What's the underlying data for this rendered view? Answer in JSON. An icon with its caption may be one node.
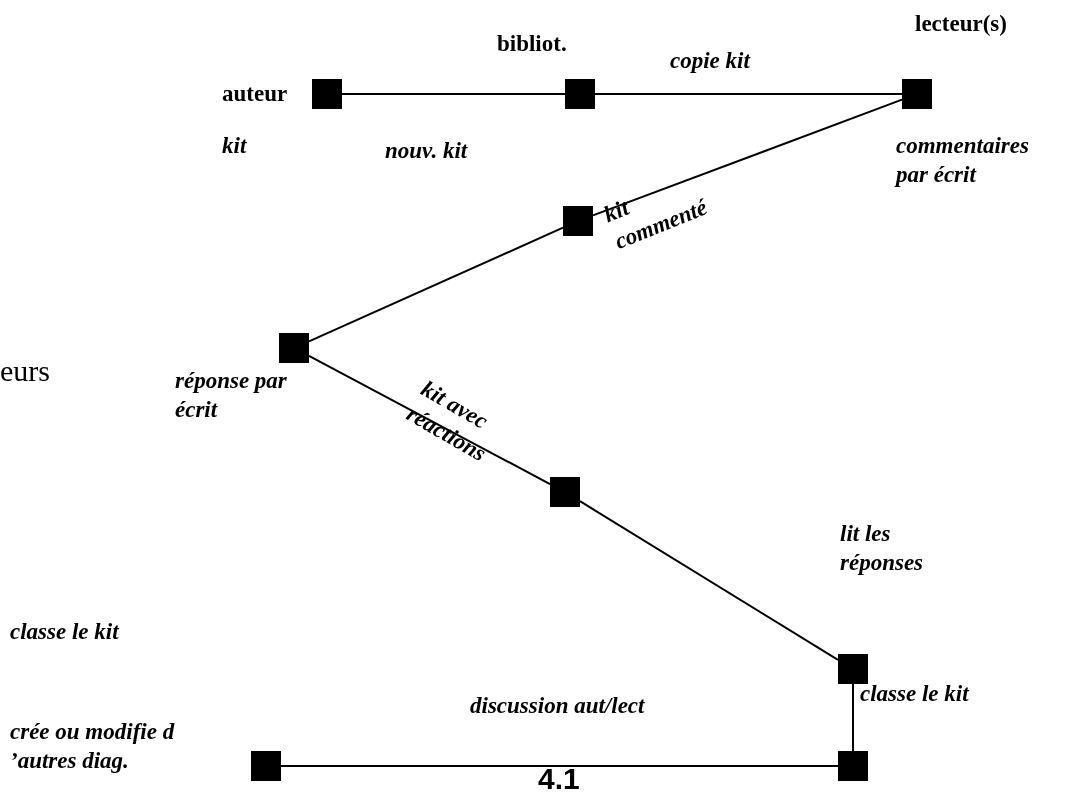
{
  "diagram": {
    "nodes": [
      {
        "text": [],
        "shape": "box",
        "beside": [
          "auteur"
        ]
      },
      {
        "text": [],
        "shape": "box",
        "beside": [
          "bibliot."
        ]
      },
      {
        "text": [],
        "shape": "box",
        "beside": [
          "lecteur(s)"
        ]
      },
      {
        "text": [],
        "shape": "box"
      },
      {
        "text": [],
        "shape": "box",
        "beside": [
          "réponse par écrit"
        ]
      },
      {
        "text": [],
        "shape": "box"
      },
      {
        "text": [],
        "shape": "box"
      },
      {
        "text": [],
        "shape": "box"
      },
      {
        "text": [],
        "shape": "box",
        "beside": [
          "crée ou modifie d ’autres diag."
        ]
      }
    ],
    "edges": [
      {
        "from": 0,
        "to": 1,
        "arrow": "none",
        "label": "nouv. kit"
      },
      {
        "from": 1,
        "to": 2,
        "arrow": "none",
        "label": "copie kit"
      },
      {
        "from": 2,
        "to": 3,
        "arrow": "none",
        "label": "kit commenté"
      },
      {
        "from": 3,
        "to": 4,
        "arrow": "none"
      },
      {
        "from": 4,
        "to": 5,
        "arrow": "none",
        "label": "kit avec réactions"
      },
      {
        "from": 5,
        "to": 6,
        "arrow": "none"
      },
      {
        "from": 6,
        "to": 7,
        "arrow": "none",
        "label": "classe le kit"
      },
      {
        "from": 7,
        "to": 8,
        "arrow": "none",
        "label": "discussion aut/lect"
      }
    ],
    "labels": [
      "kit",
      "commentaires par écrit",
      "eurs",
      "lit les réponses",
      "classe le kit",
      "4.1"
    ]
  }
}
